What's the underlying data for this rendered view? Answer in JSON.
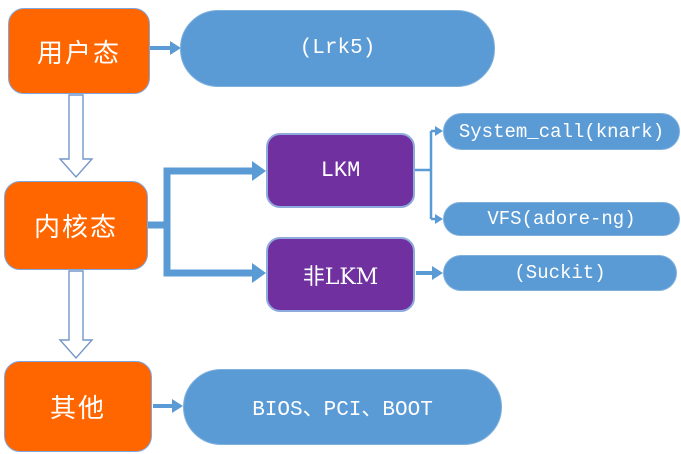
{
  "diagram": {
    "colors": {
      "orange_fill": "#FF6600",
      "blue_fill": "#5B9BD5",
      "purple_fill": "#7030A0",
      "shape_border": "#7EA6E0",
      "connector_blue": "#5B9BD5",
      "text": "#FFFFFF",
      "hollow_arrow_fill": "#FFFFFF"
    },
    "nodes": {
      "user_mode": {
        "label": "用户态"
      },
      "lrk5": {
        "label": "(Lrk5)"
      },
      "kernel_mode": {
        "label": "内核态"
      },
      "lkm": {
        "label": "LKM"
      },
      "non_lkm": {
        "label": "非LKM"
      },
      "system_call": {
        "label": "System_call(knark)"
      },
      "vfs": {
        "label": "VFS(adore-ng)"
      },
      "suckit": {
        "label": "(Suckit)"
      },
      "other": {
        "label": "其他"
      },
      "bios": {
        "label": "BIOS、PCI、BOOT"
      }
    },
    "edges": [
      {
        "from": "用户态",
        "to": "(Lrk5)",
        "type": "solid-arrow"
      },
      {
        "from": "用户态",
        "to": "内核态",
        "type": "hollow-down-arrow"
      },
      {
        "from": "内核态",
        "to": "LKM",
        "type": "thick-elbow-arrow"
      },
      {
        "from": "内核态",
        "to": "非LKM",
        "type": "thick-elbow-arrow"
      },
      {
        "from": "LKM",
        "to": "System_call(knark)",
        "type": "thin-elbow-arrow"
      },
      {
        "from": "LKM",
        "to": "VFS(adore-ng)",
        "type": "thin-elbow-arrow"
      },
      {
        "from": "非LKM",
        "to": "(Suckit)",
        "type": "solid-arrow"
      },
      {
        "from": "内核态",
        "to": "其他",
        "type": "hollow-down-arrow"
      },
      {
        "from": "其他",
        "to": "BIOS、PCI、BOOT",
        "type": "solid-arrow"
      }
    ]
  }
}
